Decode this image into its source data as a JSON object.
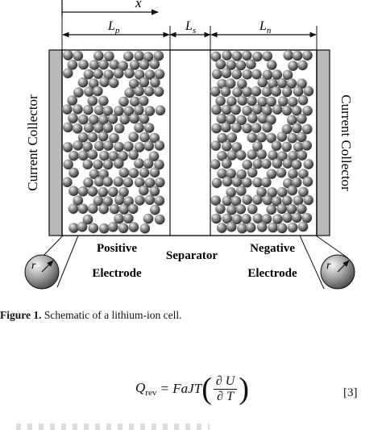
{
  "figure": {
    "x_label": "x",
    "lp_label": "L",
    "lp_sub": "p",
    "ls_label": "L",
    "ls_sub": "s",
    "ln_label": "L",
    "ln_sub": "n",
    "current_collector_left": "Current Collector",
    "current_collector_right": "Current Collector",
    "positive_line1": "Positive",
    "positive_line2": "Electrode",
    "separator_label": "Separator",
    "negative_line1": "Negative",
    "negative_line2": "Electrode",
    "particle_radius_left": "r",
    "particle_radius_right": "r"
  },
  "caption": {
    "label": "Figure 1.",
    "text": " Schematic of a lithium-ion cell."
  },
  "equation": {
    "lhs_main": "Q",
    "lhs_sub": "rev",
    "middle": " = FaJT",
    "num": "∂ U",
    "den": "∂ T",
    "number": "[3]"
  }
}
